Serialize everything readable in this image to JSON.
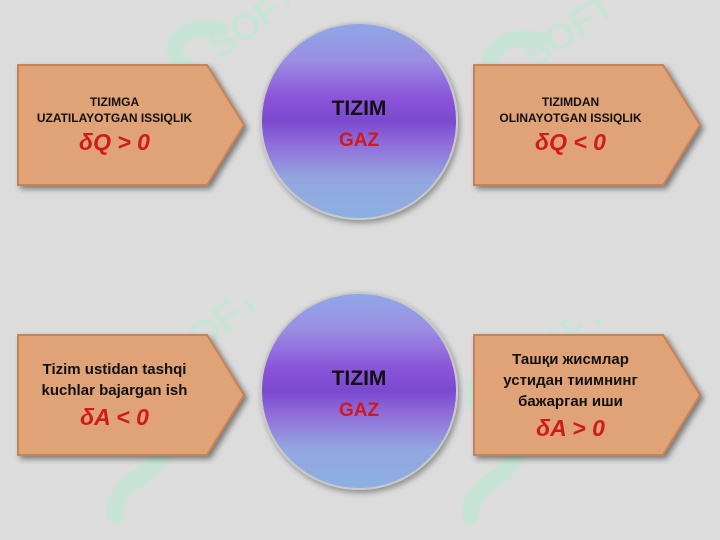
{
  "colors": {
    "background": "#dcdcdc",
    "arrow_fill": "#e0a277",
    "arrow_stroke": "#c78257",
    "formula": "#d01a1a",
    "watermark": "#b9ecd3"
  },
  "watermark": {
    "text": "SOFT"
  },
  "top": {
    "left_arrow": {
      "label_line1": "TIZIMGA",
      "label_line2": "UZATILAYOTGAN ISSIQLIK",
      "formula": "δQ > 0"
    },
    "circle": {
      "title": "TIZIM",
      "subtitle": "GAZ"
    },
    "right_arrow": {
      "label_line1": "TIZIMDAN",
      "label_line2": "OLINAYOTGAN ISSIQLIK",
      "formula": "δQ < 0"
    }
  },
  "bottom": {
    "left_arrow": {
      "label_line1": "Tizim ustidan tashqi",
      "label_line2": "kuchlar bajargan ish",
      "formula": "δA < 0"
    },
    "circle": {
      "title": "TIZIM",
      "subtitle": "GAZ"
    },
    "right_arrow": {
      "label_line1": "Ташқи жисмлар",
      "label_line2": "устидан тиимнинг",
      "label_line3": "бажарган иши",
      "formula": "δA > 0"
    }
  }
}
